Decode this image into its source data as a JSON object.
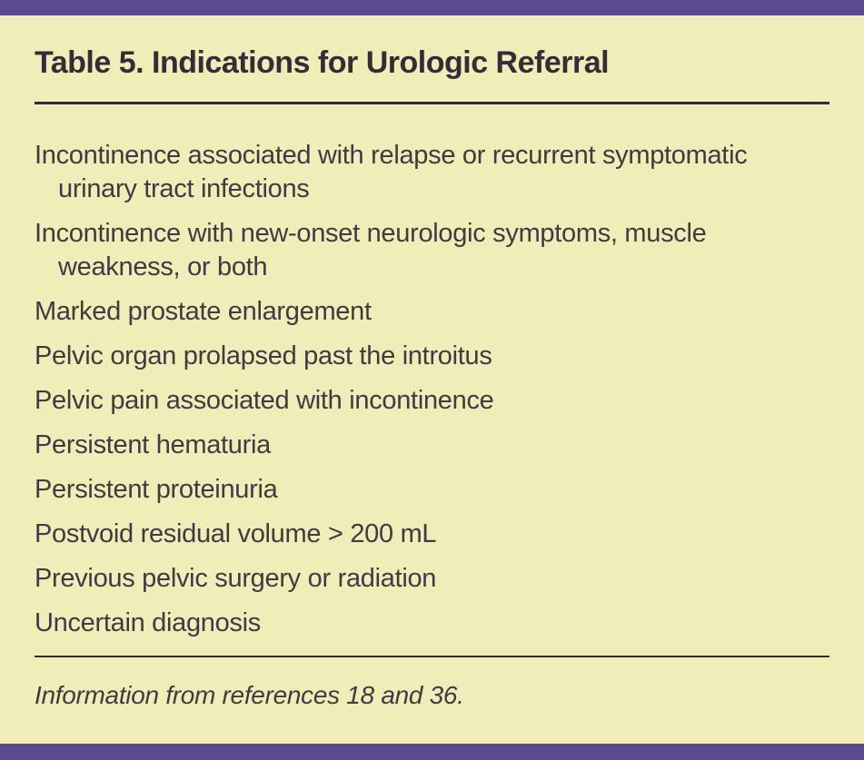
{
  "table": {
    "title": "Table 5. Indications for Urologic Referral",
    "items": [
      "Incontinence associated with relapse or recurrent symptomatic urinary tract infections",
      "Incontinence with new-onset neurologic symptoms, muscle weakness, or both",
      "Marked prostate enlargement",
      "Pelvic organ prolapsed past the introitus",
      "Pelvic pain associated with incontinence",
      "Persistent hematuria",
      "Persistent proteinuria",
      "Postvoid residual volume > 200 mL",
      "Previous pelvic surgery or radiation",
      "Uncertain diagnosis"
    ],
    "footnote": "Information from references 18 and 36."
  },
  "colors": {
    "background": "#f0edb8",
    "accent_bar": "#5a4a8f",
    "title_text": "#342d38",
    "body_text": "#403a42",
    "rule": "#2e2933"
  }
}
